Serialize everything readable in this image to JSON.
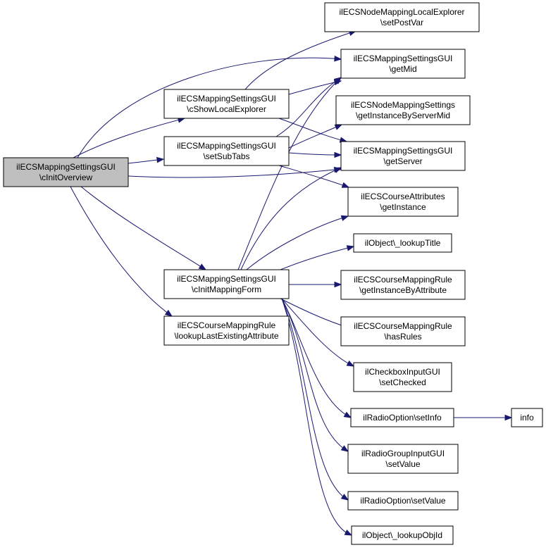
{
  "colors": {
    "edge": "#191970",
    "root_fill": "#bfbfbf",
    "node_fill": "#ffffff",
    "border": "#000000"
  },
  "nodes": {
    "root": {
      "line1": "ilECSMappingSettingsGUI",
      "line2": "\\cInitOverview"
    },
    "showLocalExplorer": {
      "line1": "ilECSMappingSettingsGUI",
      "line2": "\\cShowLocalExplorer"
    },
    "setSubTabs": {
      "line1": "ilECSMappingSettingsGUI",
      "line2": "\\setSubTabs"
    },
    "initMappingForm": {
      "line1": "ilECSMappingSettingsGUI",
      "line2": "\\cInitMappingForm"
    },
    "lookupLastExisting": {
      "line1": "ilECSCourseMappingRule",
      "line2": "\\lookupLastExistingAttribute"
    },
    "setPostVar": {
      "line1": "ilECSNodeMappingLocalExplorer",
      "line2": "\\setPostVar"
    },
    "getMid": {
      "line1": "ilECSMappingSettingsGUI",
      "line2": "\\getMid"
    },
    "getInstanceByServerMid": {
      "line1": "ilECSNodeMappingSettings",
      "line2": "\\getInstanceByServerMid"
    },
    "getServer": {
      "line1": "ilECSMappingSettingsGUI",
      "line2": "\\getServer"
    },
    "getInstance": {
      "line1": "ilECSCourseAttributes",
      "line2": "\\getInstance"
    },
    "lookupTitle": {
      "line1": "ilObject\\_lookupTitle"
    },
    "getInstanceByAttribute": {
      "line1": "ilECSCourseMappingRule",
      "line2": "\\getInstanceByAttribute"
    },
    "hasRules": {
      "line1": "ilECSCourseMappingRule",
      "line2": "\\hasRules"
    },
    "setChecked": {
      "line1": "ilCheckboxInputGUI",
      "line2": "\\setChecked"
    },
    "setInfo": {
      "line1": "ilRadioOption\\setInfo"
    },
    "info": {
      "line1": "info"
    },
    "radioGroupSetValue": {
      "line1": "ilRadioGroupInputGUI",
      "line2": "\\setValue"
    },
    "radioOptionSetValue": {
      "line1": "ilRadioOption\\setValue"
    },
    "lookupObjId": {
      "line1": "ilObject\\_lookupObjId"
    }
  },
  "edges": [
    [
      "root",
      "showLocalExplorer"
    ],
    [
      "root",
      "getMid"
    ],
    [
      "root",
      "setSubTabs"
    ],
    [
      "root",
      "getServer"
    ],
    [
      "root",
      "initMappingForm"
    ],
    [
      "root",
      "lookupLastExisting"
    ],
    [
      "showLocalExplorer",
      "setPostVar"
    ],
    [
      "showLocalExplorer",
      "getMid"
    ],
    [
      "showLocalExplorer",
      "getServer"
    ],
    [
      "setSubTabs",
      "getMid"
    ],
    [
      "setSubTabs",
      "getInstanceByServerMid"
    ],
    [
      "setSubTabs",
      "getServer"
    ],
    [
      "setSubTabs",
      "getInstance"
    ],
    [
      "initMappingForm",
      "getMid"
    ],
    [
      "initMappingForm",
      "getServer"
    ],
    [
      "initMappingForm",
      "getInstance"
    ],
    [
      "initMappingForm",
      "lookupTitle"
    ],
    [
      "initMappingForm",
      "getInstanceByAttribute"
    ],
    [
      "initMappingForm",
      "hasRules"
    ],
    [
      "initMappingForm",
      "setChecked"
    ],
    [
      "initMappingForm",
      "setInfo"
    ],
    [
      "initMappingForm",
      "radioGroupSetValue"
    ],
    [
      "initMappingForm",
      "radioOptionSetValue"
    ],
    [
      "initMappingForm",
      "lookupObjId"
    ],
    [
      "setInfo",
      "info"
    ]
  ]
}
